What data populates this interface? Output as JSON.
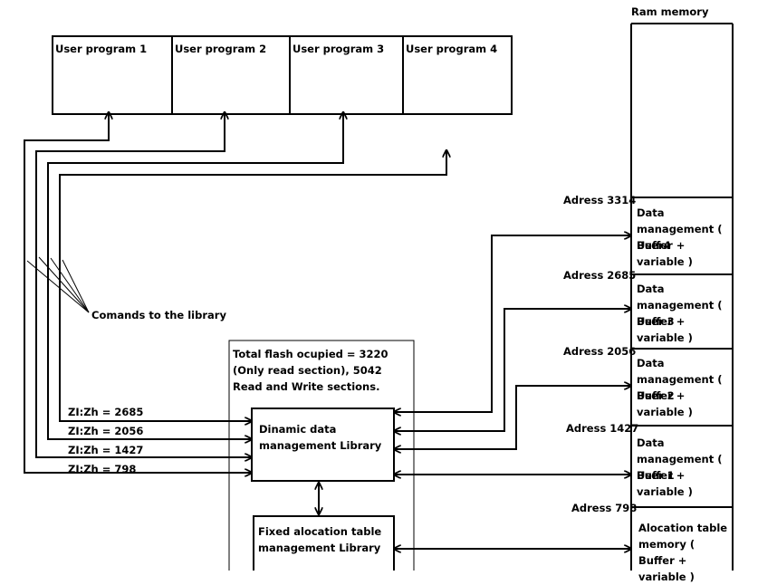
{
  "programs": [
    "User program 1",
    "User program 2",
    "User program 3",
    "User program 4"
  ],
  "ram_title": "Ram memory",
  "comands_label": "Comands to the library",
  "flash_note": "Total flash ocupied = 3220 (Only read section), 5042 Read and Write sections.",
  "dynamic_library": "Dinamic data management Library",
  "fixed_library": "Fixed alocation table management Library",
  "zh_labels": [
    "ZI:Zh = 2685",
    "ZI:Zh = 2056",
    "ZI:Zh = 1427",
    "ZI:Zh = 798"
  ],
  "addresses": [
    "Adress 3314",
    "Adress 2685",
    "Adress 2056",
    "Adress 1427",
    "Adress 798"
  ],
  "ram_sections": [
    {
      "title": "Data management ( Buffer + variable )",
      "user": "User4"
    },
    {
      "title": "Data management ( Buffer + variable )",
      "user": "User 3"
    },
    {
      "title": "Data management ( Buffer + variable )",
      "user": "User 2"
    },
    {
      "title": "Data management ( Buffer + variable )",
      "user": "User 1"
    }
  ],
  "alloc_table": "Alocation table memory ( Buffer + variable )"
}
